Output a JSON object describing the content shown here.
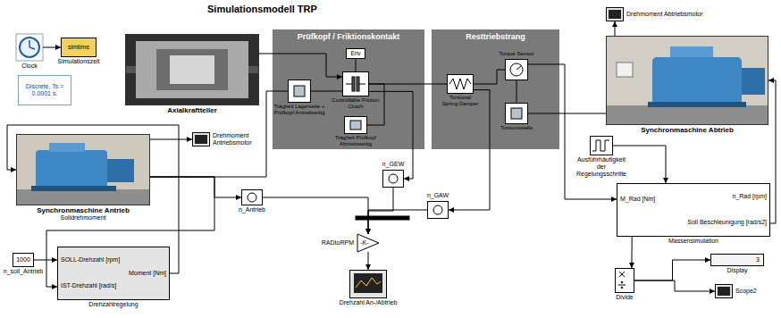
{
  "diagram": {
    "title": "Simulationsmodell TRP",
    "nodes": [
      {
        "text": [
          "Clock"
        ]
      },
      {
        "text": [
          "simtime",
          "Simulationszeit"
        ]
      },
      {
        "text": [
          "Discrete, Ts = 0.0001 s."
        ]
      },
      {
        "text": [
          "Axialkraftteller"
        ]
      },
      {
        "text": [
          "Prüfkopf / Friktionskontakt"
        ]
      },
      {
        "text": [
          "Env"
        ],
        "in": 4
      },
      {
        "text": [
          "Trägheit Lagerseite + Prüfkopf Antriebseitig"
        ],
        "in": 4
      },
      {
        "text": [
          "Controllable Friction Clutch"
        ],
        "in": 4
      },
      {
        "text": [
          "Trägheit Prüfkopf Abtriebsseitig"
        ],
        "in": 4
      },
      {
        "text": [
          "Resttriebstrang"
        ]
      },
      {
        "text": [
          "Torsional Spring-Damper"
        ],
        "in": 9
      },
      {
        "text": [
          "Torque Sensor"
        ],
        "in": 9
      },
      {
        "text": [
          "Torsionswelle"
        ],
        "in": 9
      },
      {
        "text": [
          "Synchronmaschine Abtrieb"
        ]
      },
      {
        "text": [
          "Drehmoment Abtriebsmotor"
        ]
      },
      {
        "text": [
          "Synchronmaschine Antrieb",
          "Solldrehmoment"
        ]
      },
      {
        "text": [
          "Drehmoment Antriebsmotor"
        ]
      },
      {
        "text": [
          "n_Antrieb"
        ]
      },
      {
        "text": [
          "n_GEW"
        ]
      },
      {
        "text": [
          "n_GAW"
        ]
      },
      {
        "text": [
          "-K-",
          "RADtoRPM"
        ]
      },
      {
        "text": [
          "Drehzahl An-/Abtrieb"
        ]
      },
      {
        "text": [
          "1000",
          "n_soll_Antrieb"
        ]
      },
      {
        "text": [
          "SOLL-Drehzahl [rpm]",
          "IST-Drehzahl [rad/s]",
          "Moment [Nm]",
          "Drehzahlregelung"
        ]
      },
      {
        "text": [
          "Ausführhäufigkeit der Regelungsschritte"
        ]
      },
      {
        "text": [
          "M_Rad [Nm]",
          "n_Rad [rpm]",
          "Soll Beschleunigung [rad/s2]",
          "Massensimulation"
        ]
      },
      {
        "text": [
          "Divide"
        ]
      },
      {
        "text": [
          "3",
          "Display"
        ]
      },
      {
        "text": [
          "Scope2"
        ]
      }
    ],
    "edges": [
      {
        "from": 22,
        "to": 23,
        "arrow": "to"
      },
      {
        "from": 23,
        "to": 15,
        "arrow": "to"
      },
      {
        "from": 15,
        "to": 16,
        "arrow": "to"
      },
      {
        "from": 15,
        "to": 6,
        "arrow": "none"
      },
      {
        "from": 3,
        "to": 7,
        "arrow": "to"
      },
      {
        "from": 5,
        "to": 7,
        "arrow": "none"
      },
      {
        "from": 6,
        "to": 7,
        "arrow": "none"
      },
      {
        "from": 7,
        "to": 8,
        "arrow": "none"
      },
      {
        "from": 7,
        "to": 10,
        "arrow": "none"
      },
      {
        "from": 10,
        "to": 11,
        "arrow": "none"
      },
      {
        "from": 11,
        "to": 12,
        "arrow": "none"
      },
      {
        "from": 12,
        "to": 13,
        "arrow": "none"
      },
      {
        "from": 13,
        "to": 14,
        "arrow": "to"
      },
      {
        "from": 11,
        "to": 25,
        "arrow": "to"
      },
      {
        "from": 24,
        "to": 25,
        "arrow": "to"
      },
      {
        "from": 25,
        "to": 13,
        "arrow": "to"
      },
      {
        "from": 25,
        "to": 26,
        "arrow": "to"
      },
      {
        "from": 26,
        "to": 27,
        "arrow": "to"
      },
      {
        "from": 26,
        "to": 28,
        "arrow": "to"
      },
      {
        "from": 15,
        "to": 17,
        "arrow": "to"
      },
      {
        "from": 7,
        "to": 18,
        "arrow": "to"
      },
      {
        "from": 10,
        "to": 19,
        "arrow": "to"
      },
      {
        "from": 17,
        "to": 20,
        "arrow": "to"
      },
      {
        "from": 18,
        "to": 20,
        "arrow": "to"
      },
      {
        "from": 19,
        "to": 20,
        "arrow": "to"
      },
      {
        "from": 20,
        "to": 21,
        "arrow": "to"
      },
      {
        "from": 15,
        "to": 23,
        "arrow": "to"
      },
      {
        "from": 0,
        "to": 1,
        "arrow": "to"
      }
    ]
  }
}
